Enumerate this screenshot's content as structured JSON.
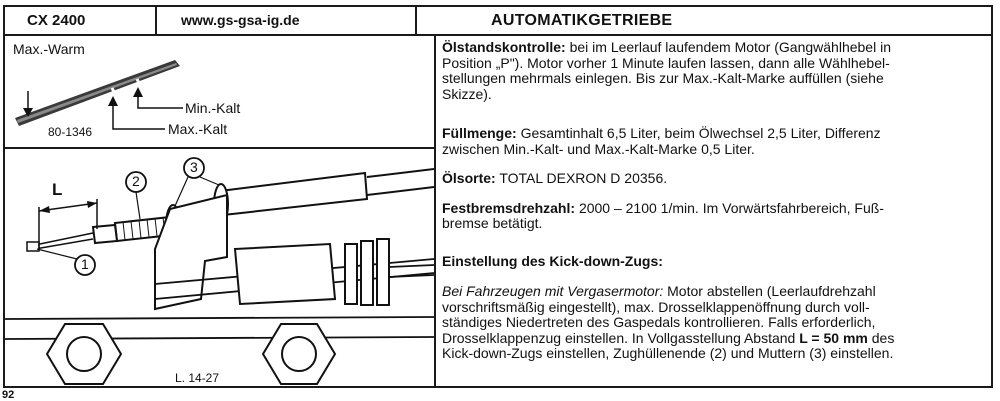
{
  "header": {
    "model": "CX 2400",
    "website": "www.gs-gsa-ig.de",
    "title": "AUTOMATIKGETRIEBE"
  },
  "figure_dipstick": {
    "label_warm": "Max.-Warm",
    "label_min_kalt": "Min.-Kalt",
    "label_max_kalt": "Max.-Kalt",
    "ref": "80-1346"
  },
  "figure_cable": {
    "label_L": "L",
    "callout_1": "1",
    "callout_2": "2",
    "callout_3": "3",
    "ref": "L. 14-27"
  },
  "sections": {
    "oil_check": {
      "heading": "Ölstandskontrolle:",
      "line1": "bei im Leerlauf laufendem Motor (Gangwählhebel in",
      "line2": "Position „P\"). Motor vorher 1 Minute laufen lassen, dann alle Wählhebel-",
      "line3": "stellungen mehrmals einlegen. Bis zur Max.-Kalt-Marke auffüllen (siehe",
      "line4": "Skizze)."
    },
    "fill": {
      "heading": "Füllmenge:",
      "line1": "Gesamtinhalt 6,5 Liter, beim Ölwechsel 2,5 Liter, Differenz",
      "line2": "zwischen Min.-Kalt- und Max.-Kalt-Marke 0,5 Liter."
    },
    "oil_type": {
      "heading": "Ölsorte:",
      "value": "TOTAL DEXRON D 20356."
    },
    "stall_speed": {
      "heading": "Festbremsdrehzahl:",
      "line1": "2000 – 2100 1/min. Im Vorwärtsfahrbereich, Fuß-",
      "line2": "bremse betätigt."
    },
    "kickdown": {
      "heading": "Einstellung des Kick-down-Zugs:",
      "lead": "Bei Fahrzeugen mit Vergasermotor:",
      "line1_rest": "Motor abstellen (Leerlaufdrehzahl",
      "line2": "vorschriftsmäßig eingestellt), max. Drosselklappenöffnung durch voll-",
      "line3": "ständiges Niedertreten des Gaspedals kontrollieren. Falls erforderlich,",
      "line4_pre": "Drosselklappenzug einstellen. In Vollgasstellung Abstand",
      "line4_bold": "L = 50 mm",
      "line4_post": "des",
      "line5": "Kick-down-Zugs einstellen, Zughüllenende (2) und Muttern (3) einstellen."
    }
  },
  "page_number": "92"
}
